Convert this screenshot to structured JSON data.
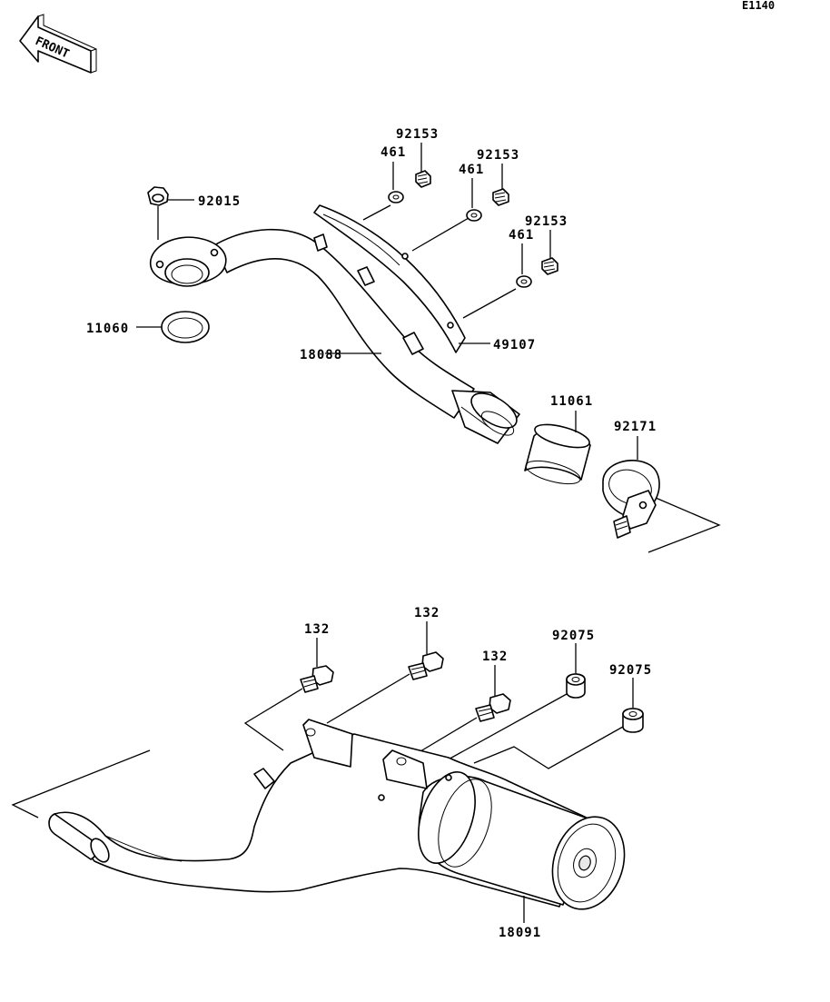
{
  "diagram_code": "E1140",
  "front_label": "FRONT",
  "labels": {
    "p92015": "92015",
    "p11060": "11060",
    "p18088": "18088",
    "p49107": "49107",
    "p461_a": "461",
    "p461_b": "461",
    "p461_c": "461",
    "p92153_a": "92153",
    "p92153_b": "92153",
    "p92153_c": "92153",
    "p11061": "11061",
    "p92171": "92171",
    "p132_a": "132",
    "p132_b": "132",
    "p132_c": "132",
    "p92075_a": "92075",
    "p92075_b": "92075",
    "p18091": "18091"
  }
}
